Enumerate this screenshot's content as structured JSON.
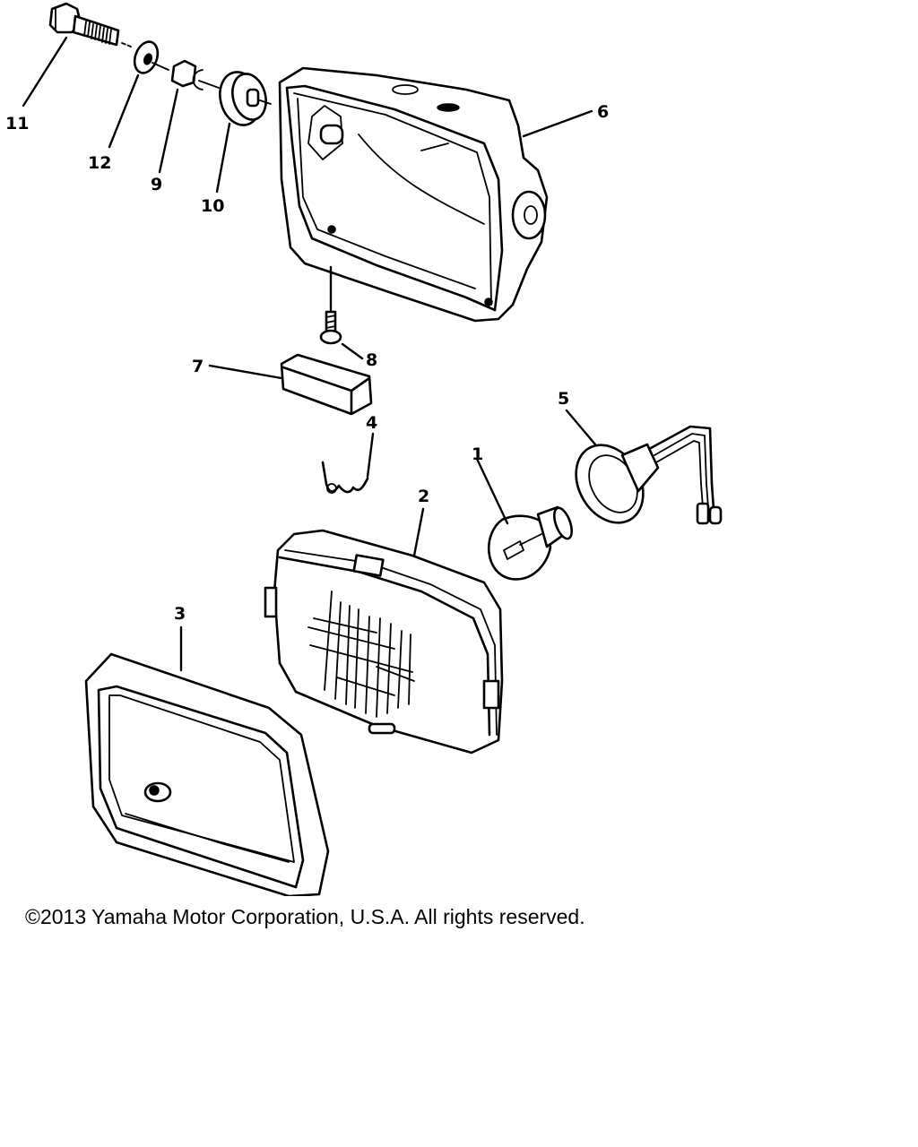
{
  "diagram": {
    "callouts": [
      {
        "id": "1",
        "part": "bulb"
      },
      {
        "id": "2",
        "part": "headlight-lens-unit"
      },
      {
        "id": "3",
        "part": "rim"
      },
      {
        "id": "4",
        "part": "spring"
      },
      {
        "id": "5",
        "part": "bulb-socket-cord"
      },
      {
        "id": "6",
        "part": "headlight-body"
      },
      {
        "id": "7",
        "part": "damper"
      },
      {
        "id": "8",
        "part": "screw"
      },
      {
        "id": "9",
        "part": "collar"
      },
      {
        "id": "10",
        "part": "grommet"
      },
      {
        "id": "11",
        "part": "bolt"
      },
      {
        "id": "12",
        "part": "washer"
      }
    ]
  },
  "footer": {
    "copyright": "©2013 Yamaha Motor Corporation, U.S.A. All rights reserved."
  }
}
